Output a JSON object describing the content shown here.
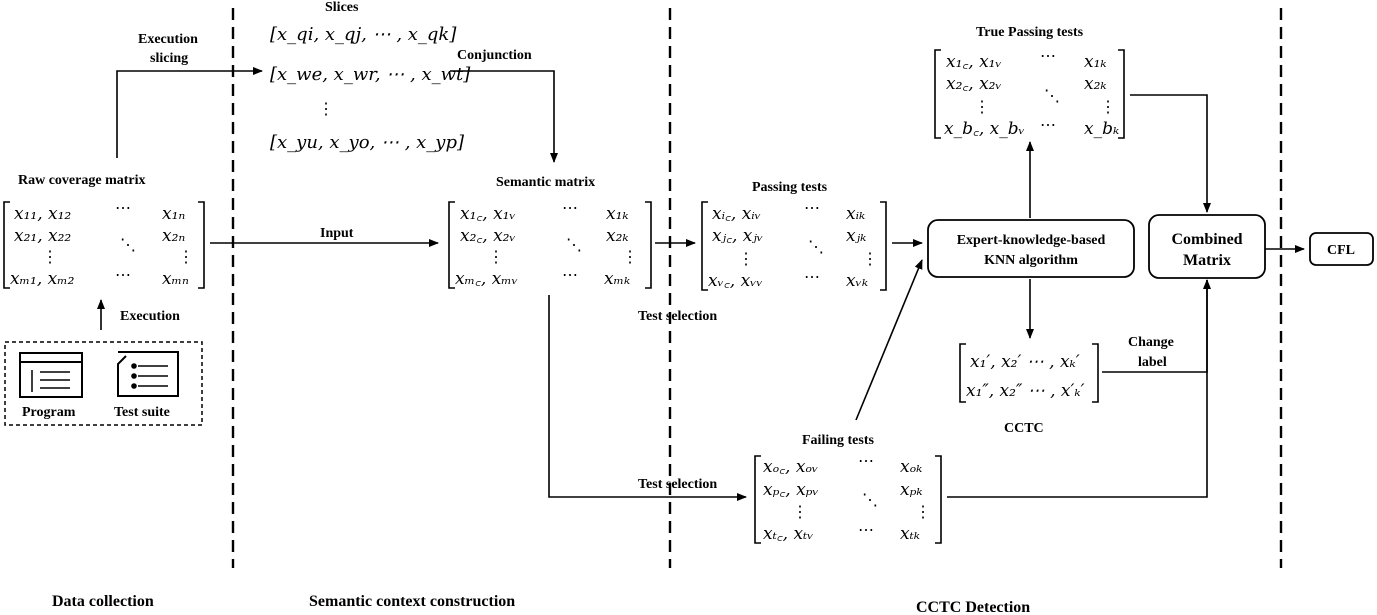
{
  "phases": {
    "data_collection": "Data collection",
    "semantic_context": "Semantic context construction",
    "cctc_detection": "CCTC Detection"
  },
  "labels": {
    "raw_coverage_matrix": "Raw coverage matrix",
    "execution": "Execution",
    "program": "Program",
    "test_suite": "Test suite",
    "execution_slicing_1": "Execution",
    "execution_slicing_2": "slicing",
    "slices": "Slices",
    "conjunction": "Conjunction",
    "input": "Input",
    "semantic_matrix": "Semantic matrix",
    "passing_tests": "Passing tests",
    "failing_tests": "Failing tests",
    "test_selection_1": "Test selection",
    "test_selection_2": "Test selection",
    "knn_1": "Expert-knowledge-based",
    "knn_2": "KNN algorithm",
    "true_passing_tests": "True Passing tests",
    "cctc": "CCTC",
    "change_label_1": "Change",
    "change_label_2": "label",
    "combined_1": "Combined",
    "combined_2": "Matrix",
    "cfl": "CFL"
  },
  "matrices": {
    "raw": {
      "r1a": "x₁₁, x₁₂",
      "r1c": "x₁ₙ",
      "r2a": "x₂₁, x₂₂",
      "r2c": "x₂ₙ",
      "r4a": "xₘ₁, xₘ₂",
      "r4c": "xₘₙ"
    },
    "semantic": {
      "r1a": "x₁꜀, x₁ᵥ",
      "r1c": "x₁ₖ",
      "r2a": "x₂꜀, x₂ᵥ",
      "r2c": "x₂ₖ",
      "r4a": "xₘ꜀, xₘᵥ",
      "r4c": "xₘₖ"
    },
    "passing": {
      "r1a": "xᵢ꜀, xᵢᵥ",
      "r1c": "xᵢₖ",
      "r2a": "xⱼ꜀, xⱼᵥ",
      "r2c": "xⱼₖ",
      "r4a": "xᵥ꜀, xᵥᵥ",
      "r4c": "xᵥₖ"
    },
    "failing": {
      "r1a": "xₒ꜀, xₒᵥ",
      "r1c": "xₒₖ",
      "r2a": "xₚ꜀, xₚᵥ",
      "r2c": "xₚₖ",
      "r4a": "xₜ꜀, xₜᵥ",
      "r4c": "xₜₖ"
    },
    "true_passing": {
      "r1a": "x₁꜀, x₁ᵥ",
      "r1c": "x₁ₖ",
      "r2a": "x₂꜀, x₂ᵥ",
      "r2c": "x₂ₖ",
      "r4a": "x_b꜀, x_bᵥ",
      "r4c": "x_bₖ"
    },
    "cctc": {
      "r1": "x₁′, x₂′ ⋯ , xₖ′",
      "r2": "x₁″, x₂″ ⋯ , x′ₖ′"
    }
  },
  "slices": {
    "s1": "[x_qi, x_qj, ⋯ , x_qk]",
    "s2": "[x_we, x_wr, ⋯ , x_wt]",
    "s3": "[x_yu, x_yo, ⋯ , x_yp]"
  },
  "symbols": {
    "hdots": "⋯",
    "vdots": "⋮",
    "ddots": "⋱"
  }
}
